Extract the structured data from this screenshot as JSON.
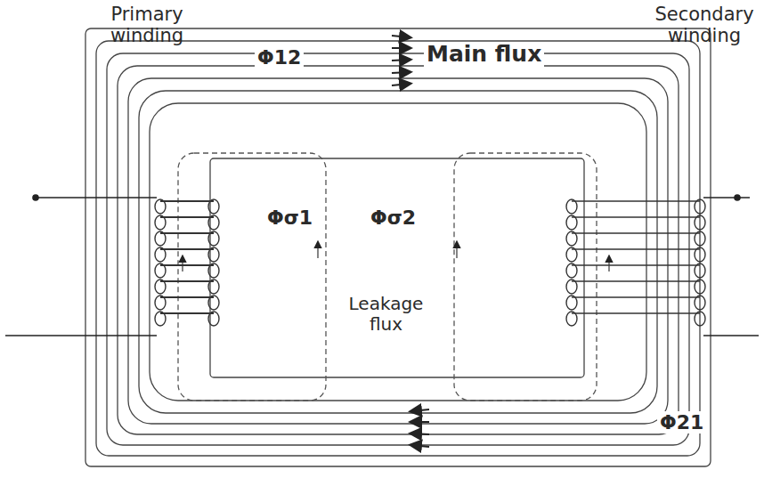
{
  "diagram": {
    "labels": [
      "Primary winding",
      "Secondary winding",
      "Φ12",
      "Main flux",
      "Φσ1",
      "Φσ2",
      "Leakage flux",
      "Φ21"
    ]
  }
}
